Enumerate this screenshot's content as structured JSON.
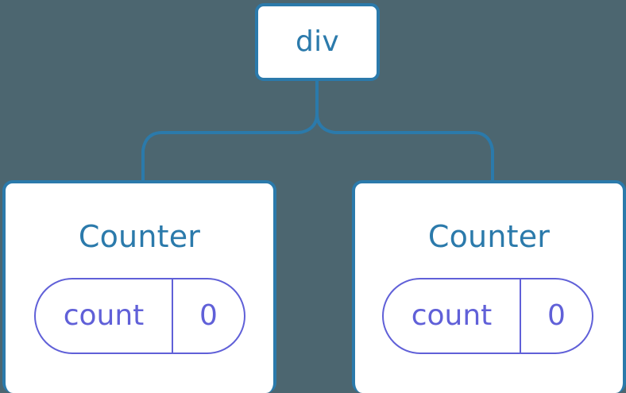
{
  "diagram": {
    "title": "component-tree-with-state",
    "background_color": "#4c6670",
    "node_border_color": "#2b7aab",
    "node_text_color": "#2b7aab",
    "state_color": "#6060d8",
    "connector_color": "#2b7aab"
  },
  "root": {
    "label": "div"
  },
  "children": [
    {
      "label": "Counter",
      "state": {
        "key": "count",
        "value": "0"
      }
    },
    {
      "label": "Counter",
      "state": {
        "key": "count",
        "value": "0"
      }
    }
  ]
}
